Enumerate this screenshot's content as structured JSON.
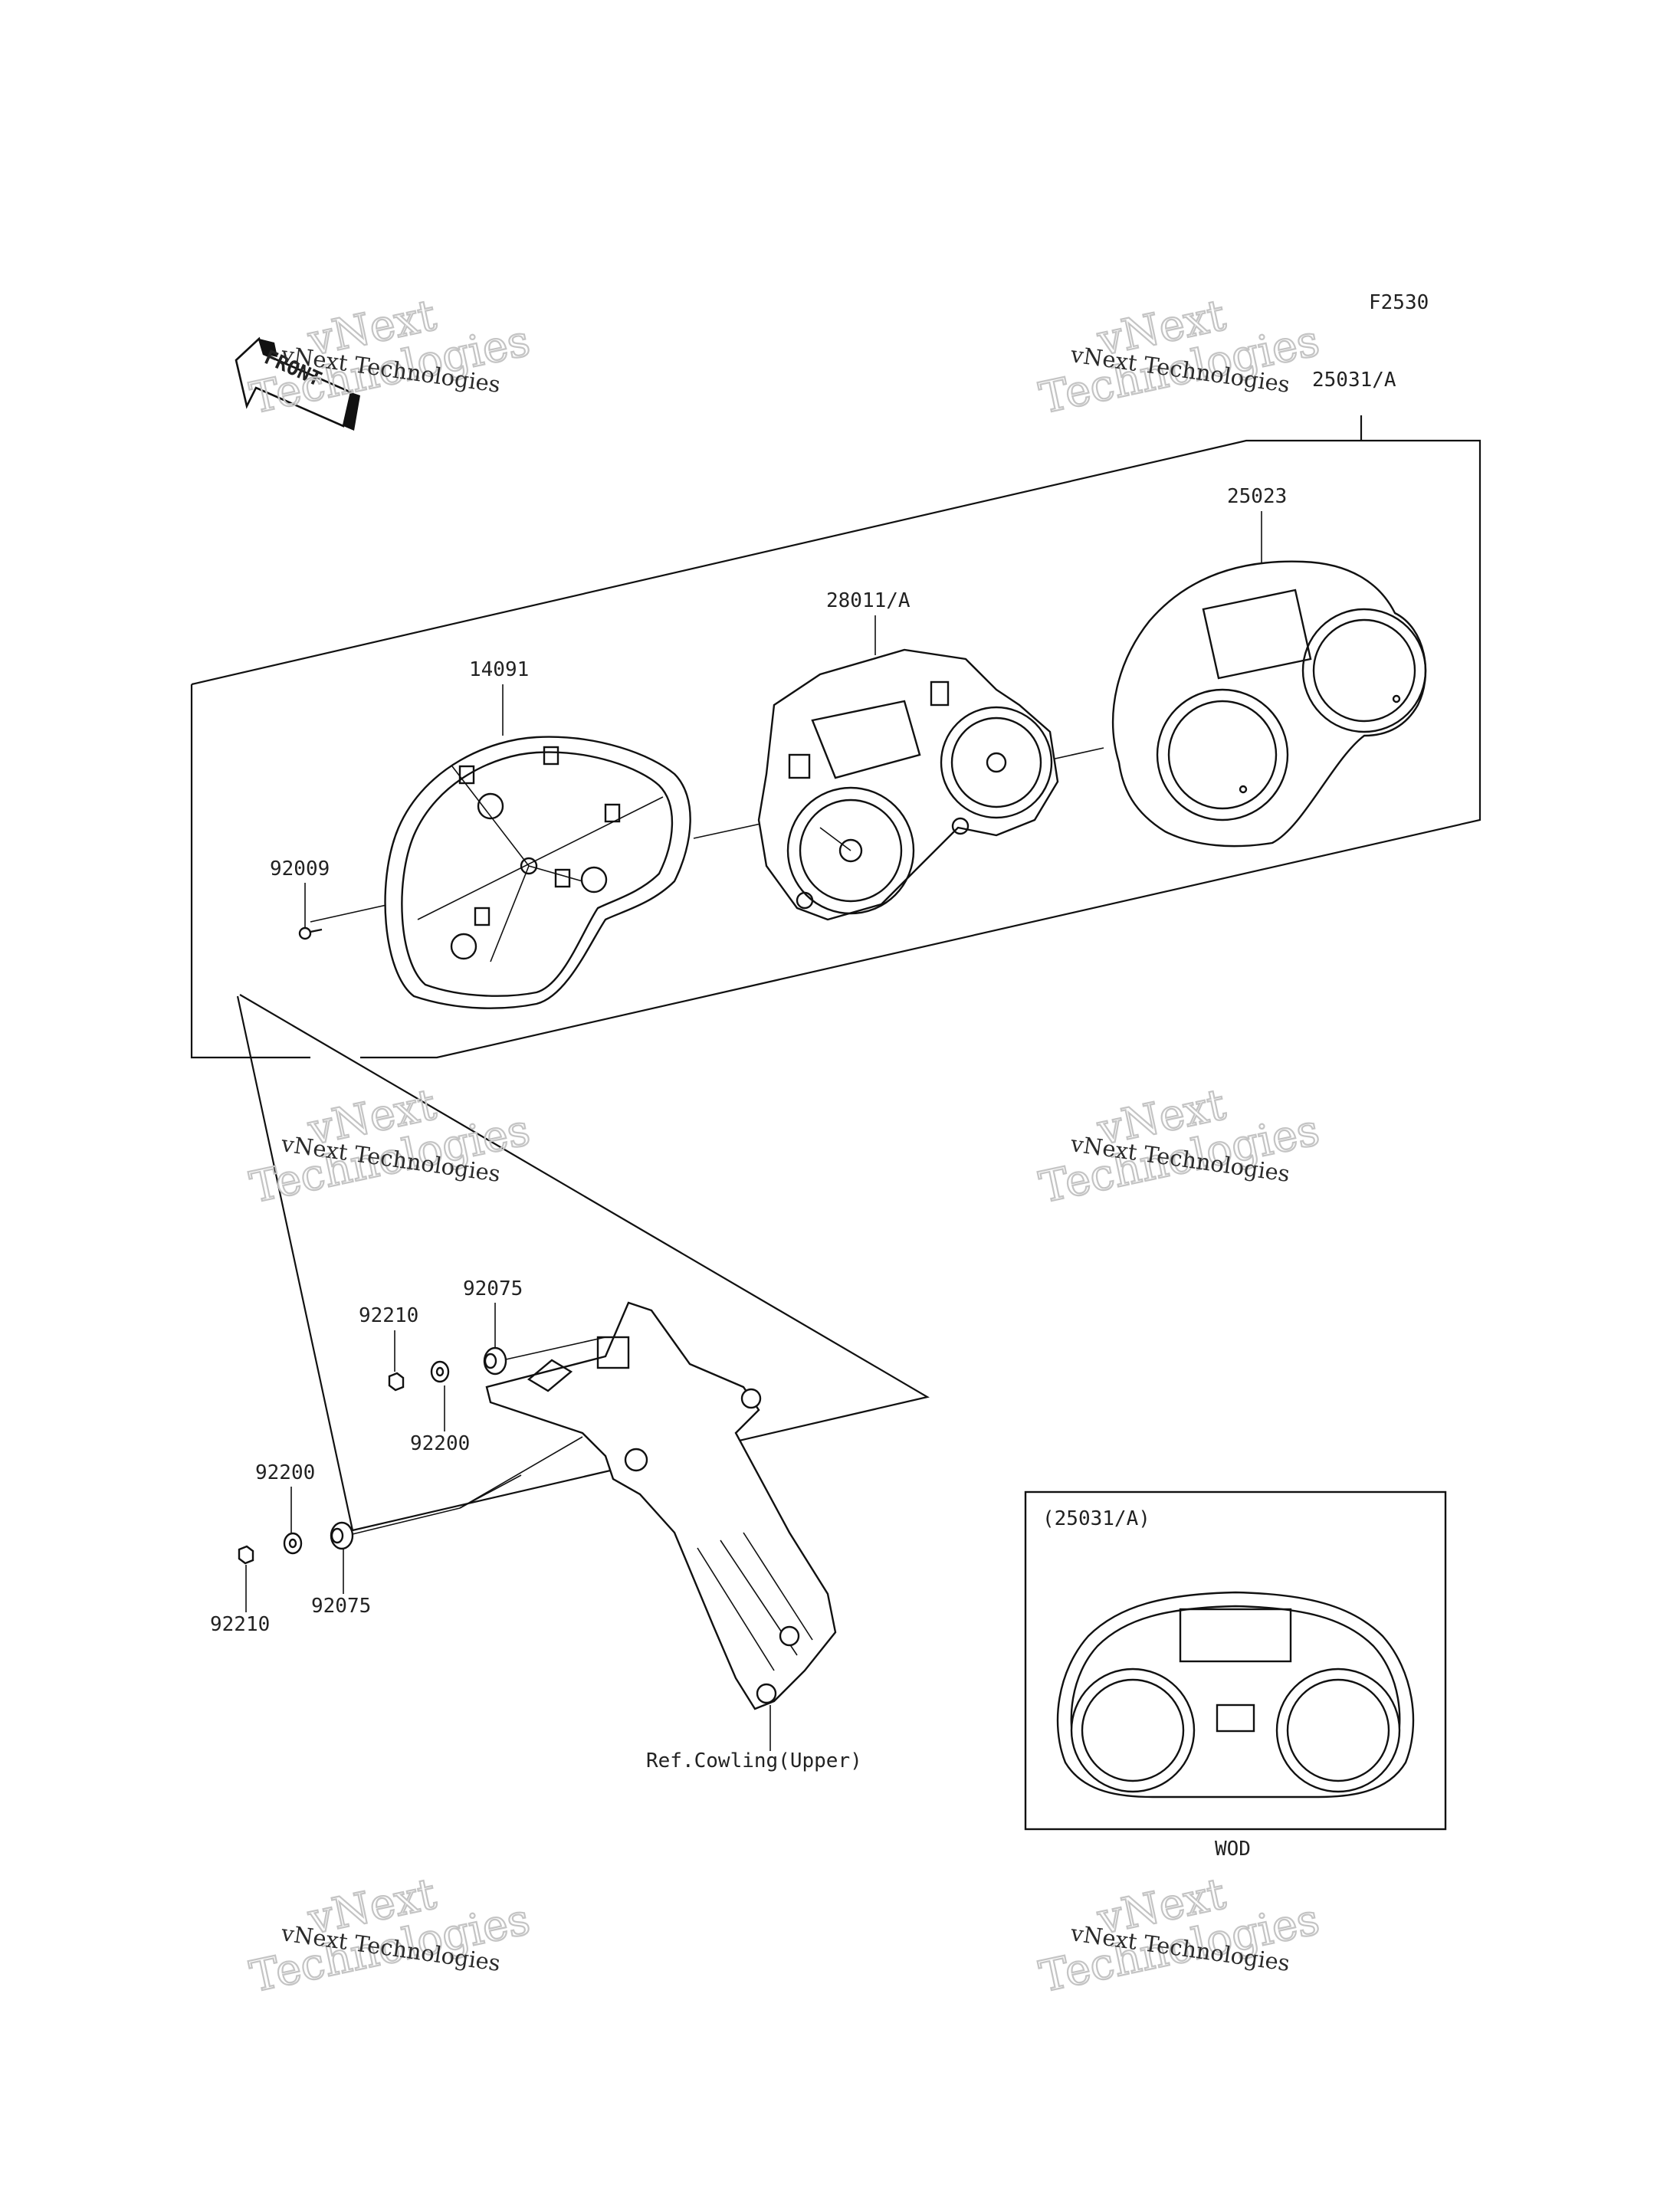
{
  "figure_code": "F2530",
  "front_marker": "FRONT",
  "watermark": {
    "line1": "vNext Technologies",
    "line2": "vNext",
    "line3": "Technologies"
  },
  "callouts": {
    "assembly": "25031/A",
    "cover": "25023",
    "meter_unit": "28011/A",
    "case": "14091",
    "screw": "92009",
    "grommet_upper": "92075",
    "nut_upper": "92210",
    "washer_upper": "92200",
    "washer_lower": "92200",
    "nut_lower": "92210",
    "grommet_lower": "92075",
    "bracket_ref": "Ref.Cowling(Upper)"
  },
  "inset": {
    "title": "(25031/A)",
    "caption": "WOD"
  }
}
